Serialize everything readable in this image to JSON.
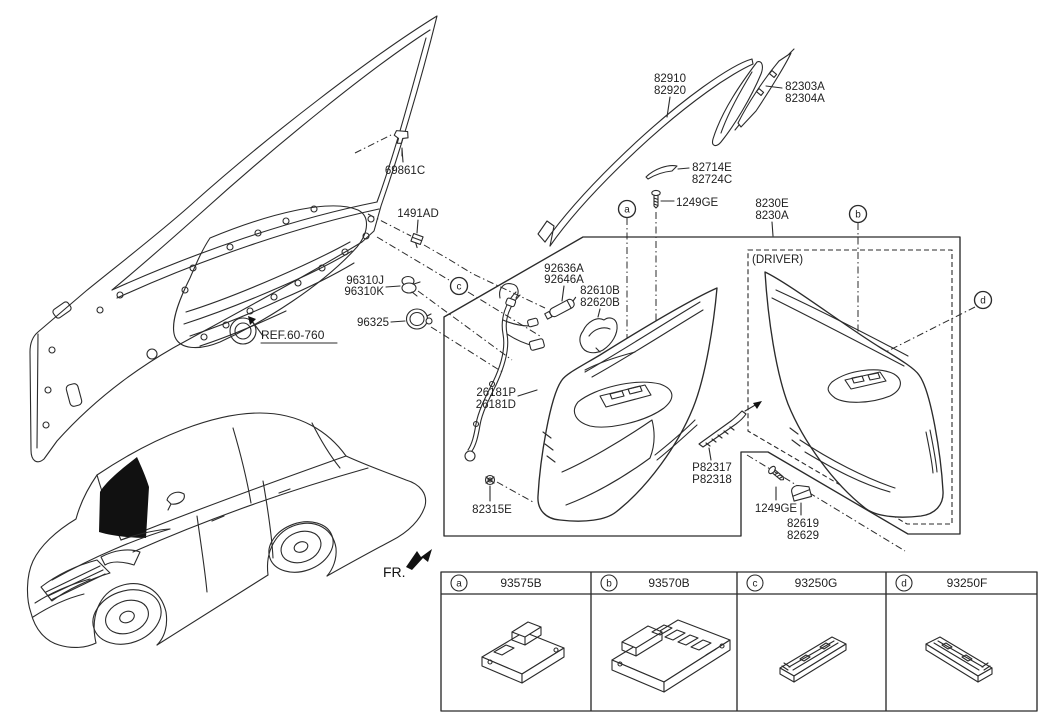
{
  "diagram": {
    "colors": {
      "line": "#2b2b2b",
      "background": "#ffffff",
      "highlight_window": "#111111"
    },
    "labels": {
      "molding_1": "82910",
      "molding_2": "82920",
      "pillar_1": "82303A",
      "pillar_2": "82304A",
      "clip_top": "69861C",
      "wedge_1": "82714E",
      "wedge_2": "82724C",
      "screw_top": "1249GE",
      "assy_1": "8230E",
      "assy_2": "8230A",
      "clip_1491": "1491AD",
      "grom_1": "96310J",
      "grom_2": "96310K",
      "plug": "96325",
      "lamp_1": "92636A",
      "lamp_2": "92646A",
      "handle_1": "82610B",
      "handle_2": "82620B",
      "harness_1": "26181P",
      "harness_2": "26181D",
      "nut": "82315E",
      "strip_1": "P82317",
      "strip_2": "P82318",
      "screw_bottom": "1249GE",
      "clip_bottom_1": "82619",
      "clip_bottom_2": "82629",
      "driver": "(DRIVER)",
      "ref": "REF.60-760",
      "fr": "FR."
    },
    "callouts": {
      "a": "a",
      "b": "b",
      "c": "c",
      "d": "d"
    },
    "table": {
      "cells": [
        {
          "callout": "a",
          "part": "93575B"
        },
        {
          "callout": "b",
          "part": "93570B"
        },
        {
          "callout": "c",
          "part": "93250G"
        },
        {
          "callout": "d",
          "part": "93250F"
        }
      ]
    }
  }
}
